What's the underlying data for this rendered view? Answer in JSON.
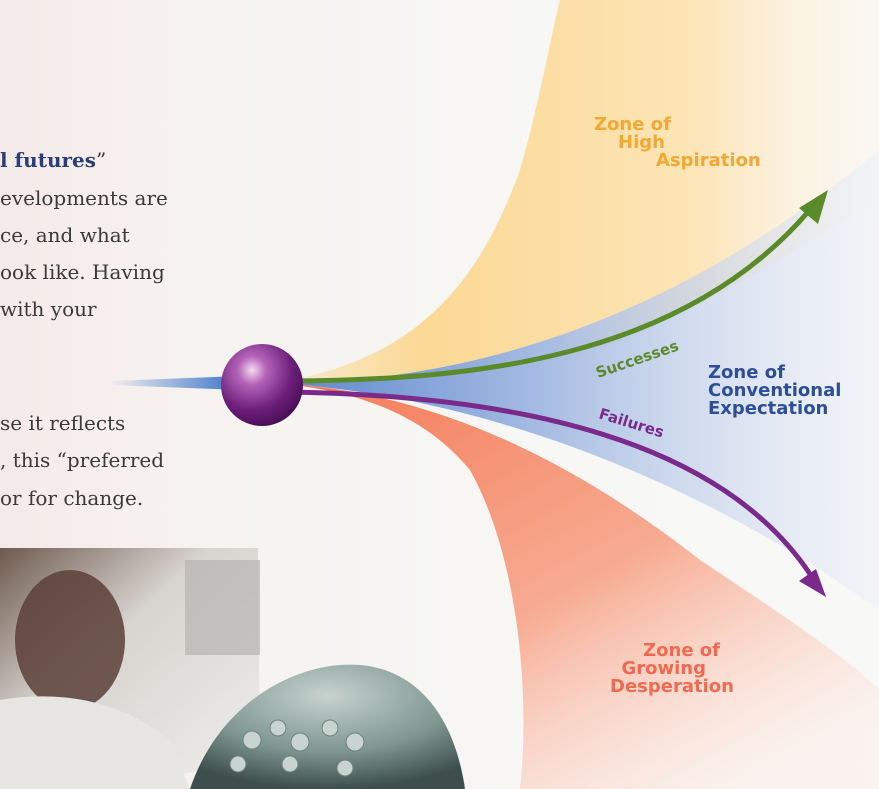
{
  "text_lines": [
    "l futures",
    "",
    "evelopments are",
    "ce, and what",
    "ook like. Having",
    "with your",
    "se it reflects",
    ", this “preferred",
    "or for change."
  ],
  "heading_fragment": "l futures",
  "heading_quote": "”",
  "zones": {
    "high": {
      "lines": [
        "Zone of",
        "High",
        "Aspiration"
      ],
      "color": "#f2a833"
    },
    "conventional": {
      "lines": [
        "Zone of",
        "Conventional",
        "Expectation"
      ],
      "color": "#2e4f95"
    },
    "desperation": {
      "lines": [
        "Zone of",
        "Growing",
        "Desperation"
      ],
      "color": "#ef6a50"
    }
  },
  "paths": {
    "successes": {
      "label": "Successes",
      "color": "#5a8a2a"
    },
    "failures": {
      "label": "Failures",
      "color": "#7a2a8a"
    }
  },
  "colors": {
    "ball": "#7a2a8a",
    "stem": "#3b73c8"
  }
}
